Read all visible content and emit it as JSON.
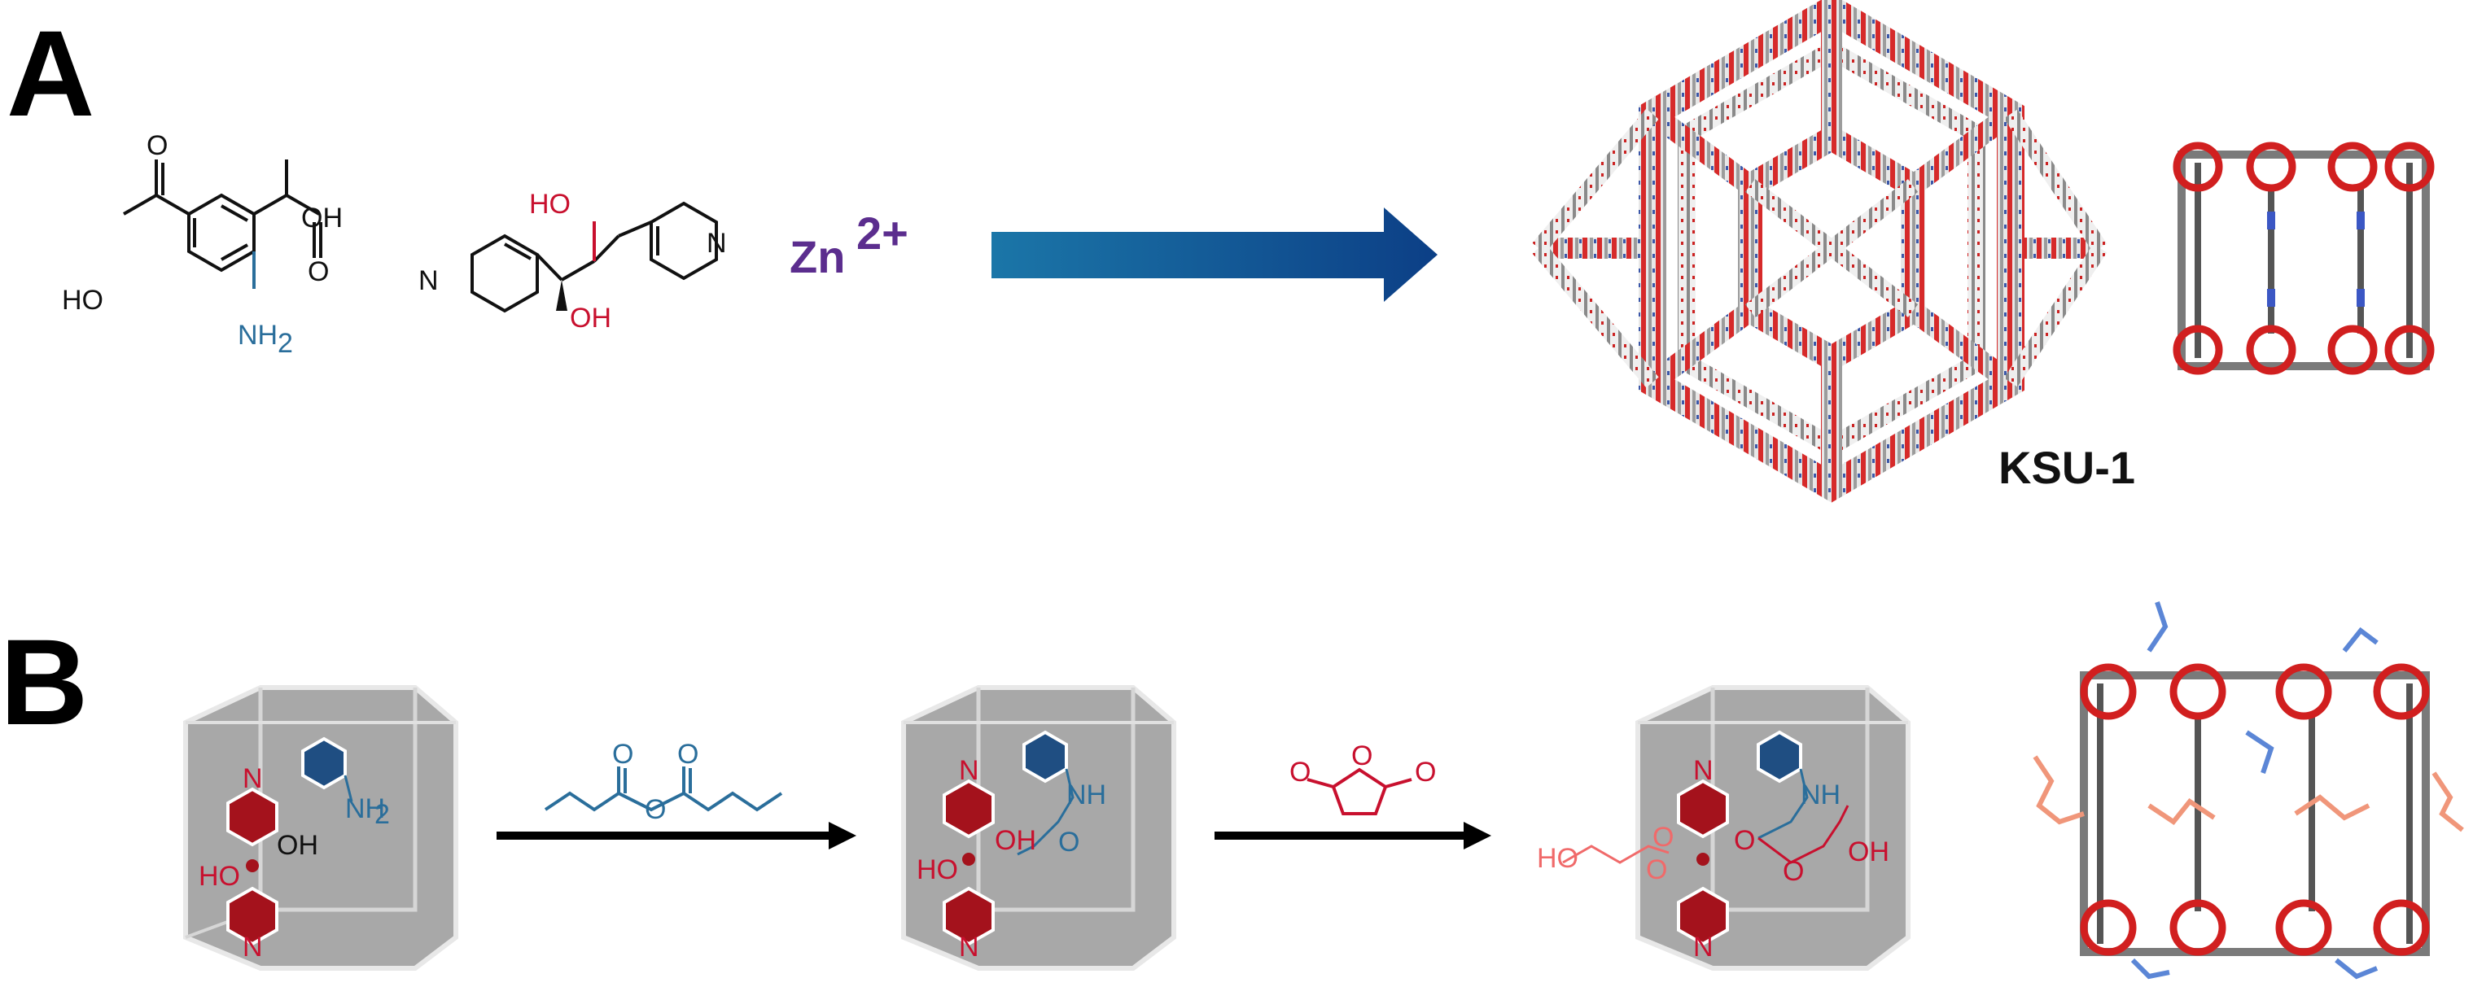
{
  "panels": {
    "a_label": "A",
    "b_label": "B"
  },
  "panel_a": {
    "ligand1": {
      "oh_top": "OH",
      "ho_left": "HO",
      "nh2": "NH",
      "nh2_sub": "2"
    },
    "ligand2": {
      "ho": "HO",
      "oh": "OH",
      "n_left": "N",
      "n_right": "N"
    },
    "metal": {
      "symbol": "Zn",
      "charge": "2+"
    },
    "product_label": "KSU-1"
  },
  "panel_b": {
    "cage1": {
      "n_top": "N",
      "n_bottom": "N",
      "ho": "HO",
      "oh": "OH",
      "nh2": "NH",
      "nh2_sub": "2"
    },
    "cage2": {
      "n_top": "N",
      "n_bottom": "N",
      "ho": "HO",
      "oh": "OH",
      "nh": "NH",
      "o": "O"
    },
    "cage3": {
      "n_top": "N",
      "n_bottom": "N",
      "nh": "NH",
      "o1": "O",
      "o2": "O",
      "oh": "OH",
      "ho_ext": "HO",
      "o_ext": "O",
      "o_link": "O"
    },
    "reagent1": {
      "o_left": "O",
      "o_right": "O",
      "o_mid": "O"
    },
    "reagent2": {
      "o_ring": "O",
      "o_left": "O",
      "o_right": "O"
    }
  },
  "colors": {
    "amine_blue": "#2a6e9b",
    "hydroxyl_red": "#c8102e",
    "succinate_pink": "#f06a6a",
    "zinc_purple": "#5b2d8e",
    "arrow_dark": "#0c3f86",
    "arrow_light": "#1b76a8",
    "cage_grey": "#a8a8a8",
    "pyridine_red": "#a4121c",
    "amine_hex_blue": "#1f4e82"
  }
}
